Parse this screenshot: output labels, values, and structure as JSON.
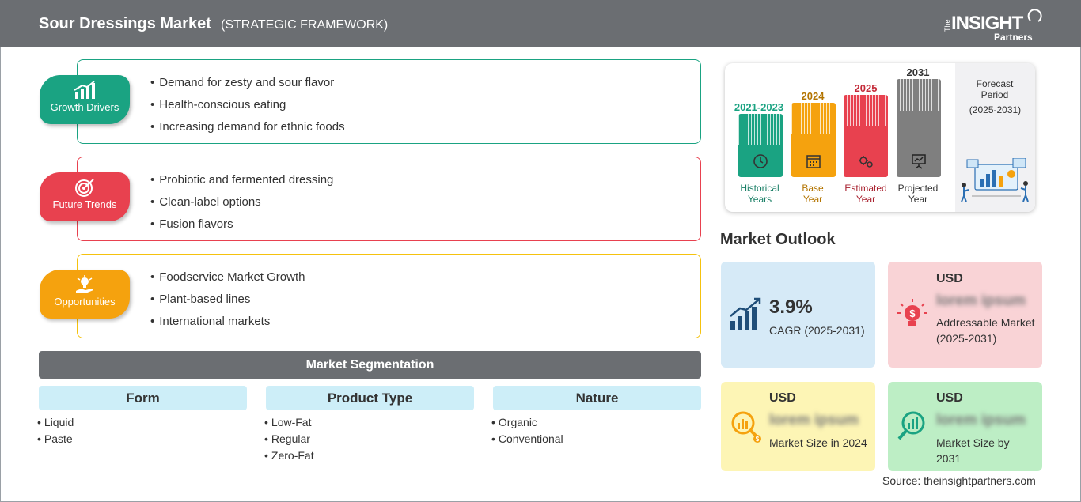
{
  "header": {
    "title": "Sour Dressings Market",
    "subtitle": "(STRATEGIC FRAMEWORK)",
    "logo_the": "The",
    "logo_insight": "INSIGHT",
    "logo_partners": "Partners"
  },
  "framework": [
    {
      "label": "Growth Drivers",
      "color": "#1aa382",
      "icon": "bar-chart-growth-icon",
      "items": [
        "Demand for zesty and sour flavor",
        "Health-conscious eating",
        "Increasing demand for ethnic foods"
      ]
    },
    {
      "label": "Future Trends",
      "color": "#e8414f",
      "icon": "target-icon",
      "items": [
        "Probiotic and fermented dressing",
        "Clean-label options",
        "Fusion flavors"
      ]
    },
    {
      "label": "Opportunities",
      "color": "#f5a20e",
      "icon": "lightbulb-hand-icon",
      "items": [
        "Foodservice Market Growth",
        "Plant-based lines",
        "International markets"
      ]
    }
  ],
  "segmentation": {
    "title": "Market Segmentation",
    "columns": [
      {
        "heading": "Form",
        "items": [
          "Liquid",
          "Paste"
        ]
      },
      {
        "heading": "Product Type",
        "items": [
          "Low-Fat",
          "Regular",
          "Zero-Fat"
        ]
      },
      {
        "heading": "Nature",
        "items": [
          "Organic",
          "Conventional"
        ]
      }
    ]
  },
  "timeline": {
    "bars": [
      {
        "year": "2021-2023",
        "label_line1": "Historical",
        "label_line2": "Years",
        "color": "#1aa382",
        "icon": "history-icon"
      },
      {
        "year": "2024",
        "label_line1": "Base",
        "label_line2": "Year",
        "color": "#f5a20e",
        "icon": "calendar-icon"
      },
      {
        "year": "2025",
        "label_line1": "Estimated",
        "label_line2": "Year",
        "color": "#e8414f",
        "icon": "gears-icon"
      },
      {
        "year": "2031",
        "label_line1": "Projected",
        "label_line2": "Year",
        "color": "#7f7f7f",
        "icon": "presentation-icon"
      }
    ],
    "forecast_title": "Forecast Period",
    "forecast_range": "(2025-2031)"
  },
  "outlook": {
    "title": "Market Outlook",
    "cagr_value": "3.9%",
    "cagr_label": "CAGR (2025-2031)",
    "addressable_usd": "USD",
    "addressable_blur": "lorem ipsum",
    "addressable_label": "Addressable Market (2025-2031)",
    "size2024_usd": "USD",
    "size2024_blur": "lorem ipsum",
    "size2024_label": "Market Size in 2024",
    "size2031_usd": "USD",
    "size2031_blur": "lorem ipsum",
    "size2031_label": "Market Size by 2031"
  },
  "source": "Source: theinsightpartners.com"
}
